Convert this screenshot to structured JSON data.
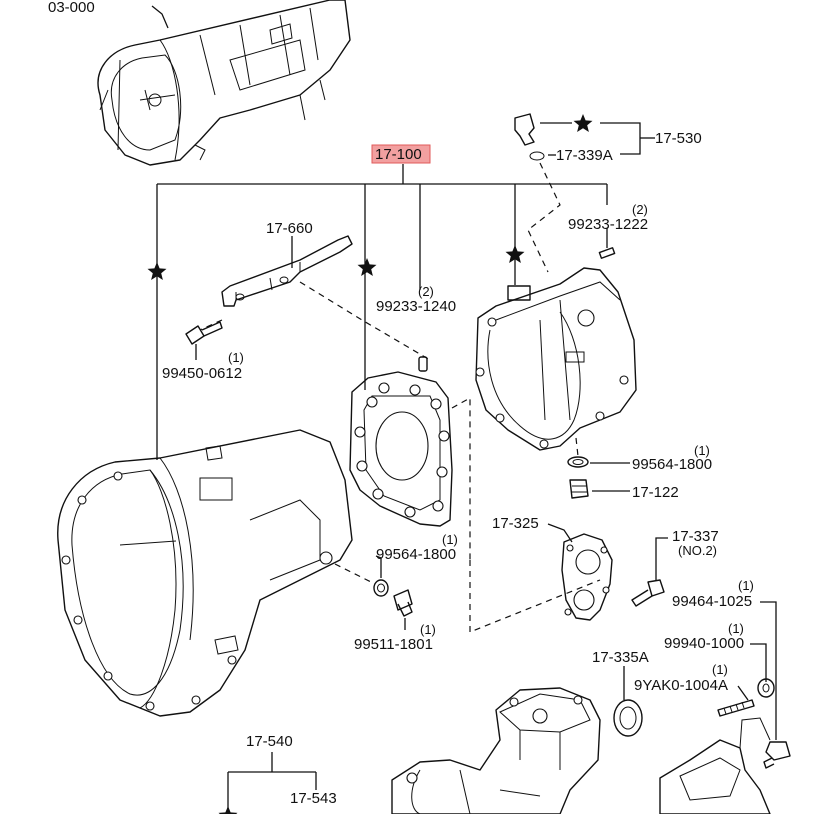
{
  "diagram": {
    "labels": {
      "p03_000": "03-000",
      "p17_100": "17-100",
      "p17_530": "17-530",
      "p17_339a": "17-339A",
      "p99233_1222": "99233-1222",
      "q99233_1222": "(2)",
      "p17_660": "17-660",
      "p99233_1240": "99233-1240",
      "q99233_1240": "(2)",
      "p99450_0612": "99450-0612",
      "q99450_0612": "(1)",
      "p99564_1800_a": "99564-1800",
      "q99564_1800_a": "(1)",
      "p17_122": "17-122",
      "p17_325": "17-325",
      "p17_337": "17-337",
      "p17_337_sub": "(NO.2)",
      "p99464_1025": "99464-1025",
      "q99464_1025": "(1)",
      "p99564_1800_b": "99564-1800",
      "q99564_1800_b": "(1)",
      "p99511_1801": "99511-1801",
      "q99511_1801": "(1)",
      "p99940_1000": "99940-1000",
      "q99940_1000": "(1)",
      "p17_335a": "17-335A",
      "p9yak0_1004a": "9YAK0-1004A",
      "q9yak0_1004a": "(1)",
      "p17_540": "17-540",
      "p17_543": "17-543"
    },
    "highlight_color": "#f2a0a0",
    "line_color": "#111111"
  }
}
